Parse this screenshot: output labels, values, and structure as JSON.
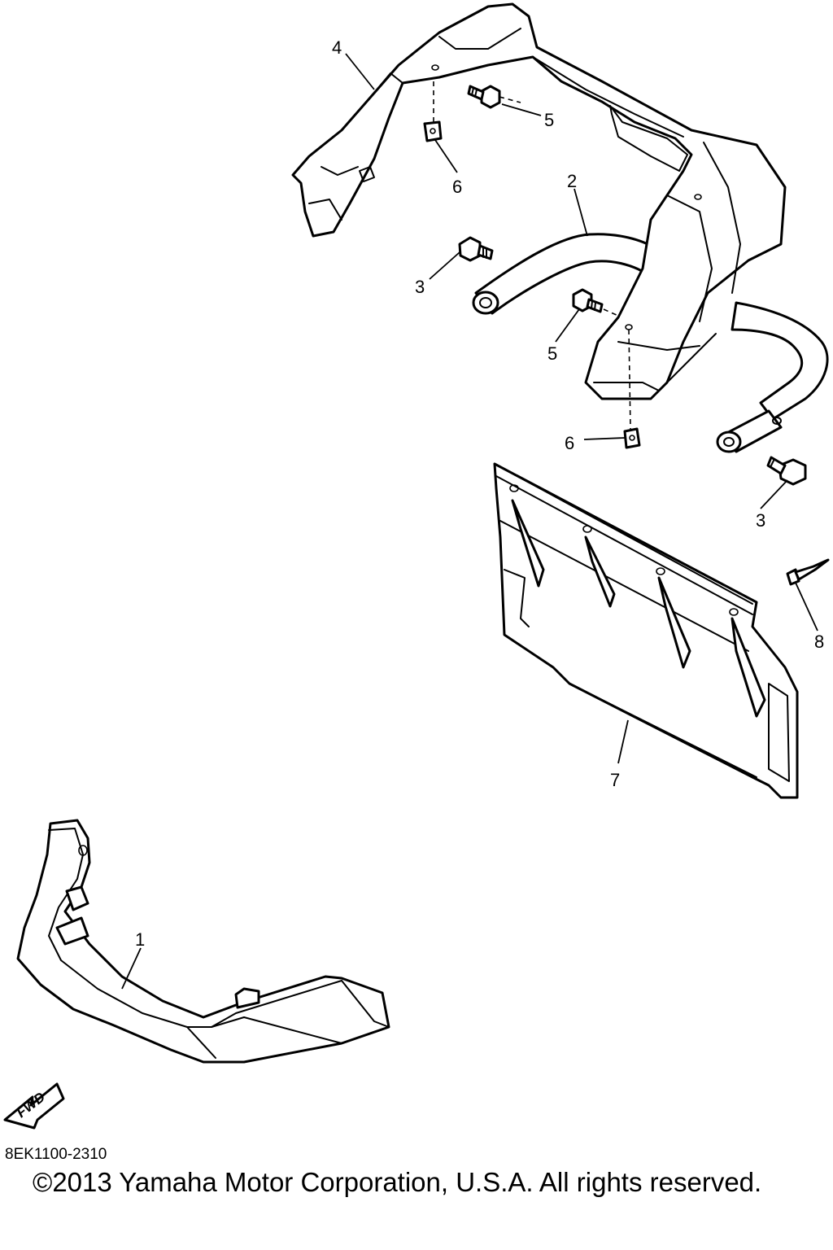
{
  "callouts": {
    "part1": "1",
    "part2": "2",
    "part3a": "3",
    "part3b": "3",
    "part4": "4",
    "part5a": "5",
    "part5b": "5",
    "part6a": "6",
    "part6b": "6",
    "part7": "7",
    "part8": "8"
  },
  "fwd_label": "FWD",
  "diagram_code": "8EK1100-2310",
  "copyright": "©2013 Yamaha Motor Corporation, U.S.A. All rights reserved.",
  "colors": {
    "line": "#000000",
    "background": "#ffffff"
  }
}
